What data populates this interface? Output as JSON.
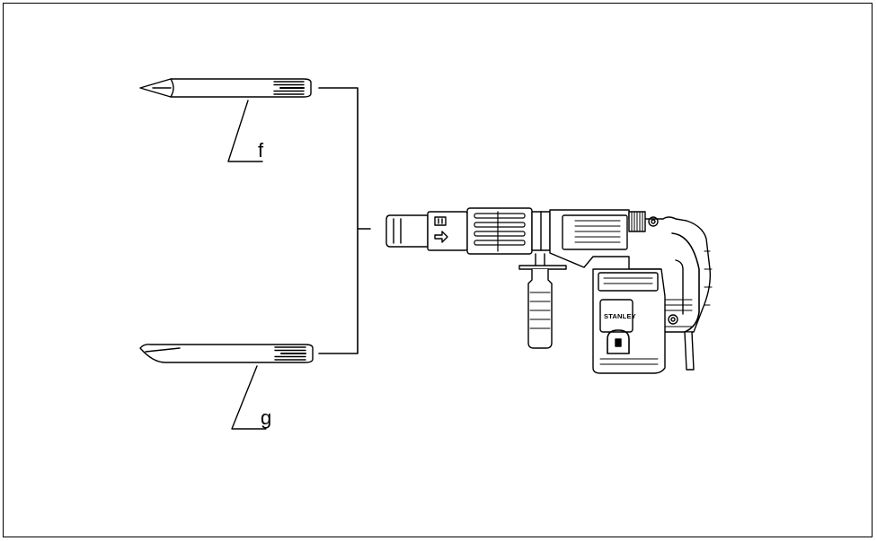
{
  "figure": {
    "labels": {
      "pointed_chisel": "f",
      "flat_chisel": "g"
    },
    "tool_brand": "STANLEY"
  },
  "colors": {
    "line": "#000000",
    "background": "#ffffff"
  }
}
